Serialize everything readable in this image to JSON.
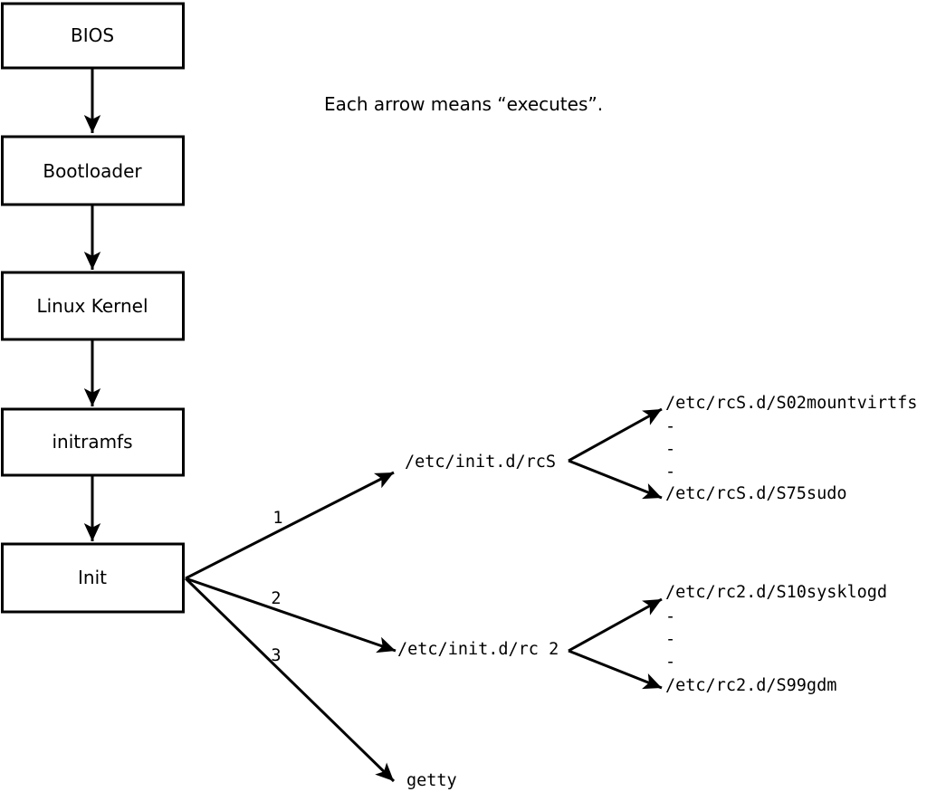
{
  "note": "Each arrow means “executes”.",
  "colors": {
    "line": "#000000",
    "background": "#ffffff",
    "box_fill": "#ffffff"
  },
  "boxes": [
    {
      "label": "BIOS"
    },
    {
      "label": "Bootloader"
    },
    {
      "label": "Linux Kernel"
    },
    {
      "label": "initramfs"
    },
    {
      "label": "Init"
    }
  ],
  "init_branches": [
    {
      "number": "1",
      "target": "/etc/init.d/rcS"
    },
    {
      "number": "2",
      "target": "/etc/init.d/rc 2"
    },
    {
      "number": "3",
      "target": "getty"
    }
  ],
  "rcS_scripts": {
    "first": "/etc/rcS.d/S02mountvirtfs",
    "dots": [
      "-",
      "-",
      "-"
    ],
    "last": "/etc/rcS.d/S75sudo"
  },
  "rc2_scripts": {
    "first": "/etc/rc2.d/S10sysklogd",
    "dots": [
      "-",
      "-",
      "-"
    ],
    "last": "/etc/rc2.d/S99gdm"
  }
}
